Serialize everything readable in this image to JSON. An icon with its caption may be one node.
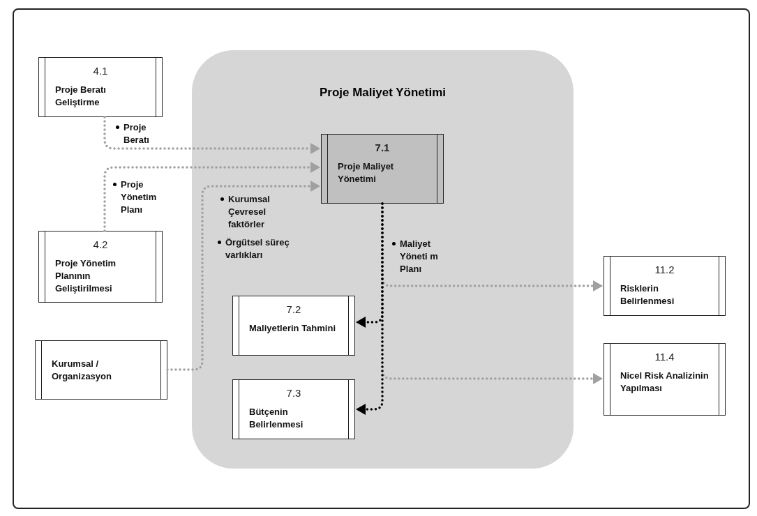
{
  "diagram": {
    "nodes": [
      {
        "text": [
          "Proje Maliyet Yönetimi"
        ]
      },
      {
        "text": [
          "4.1",
          "Proje Beratı Geliştirme"
        ]
      },
      {
        "text": [
          "4.2",
          "Proje Yönetim Planının Geliştirilmesi"
        ]
      },
      {
        "text": [
          "Kurumsal / Organizasyon"
        ]
      },
      {
        "text": [
          "7.1",
          "Proje Maliyet Yönetimi"
        ],
        "in": 0
      },
      {
        "text": [
          "7.2",
          "Maliyetlerin Tahmini"
        ],
        "in": 0
      },
      {
        "text": [
          "7.3",
          "Bütçenin Belirlenmesi"
        ],
        "in": 0
      },
      {
        "text": [
          "11.2",
          "Risklerin Belirlenmesi"
        ]
      },
      {
        "text": [
          "11.4",
          "Nicel Risk Analizinin Yapılması"
        ]
      }
    ],
    "edges": [
      {
        "from": 1,
        "to": 4,
        "arrow": "to",
        "label": "Proje Beratı"
      },
      {
        "from": 2,
        "to": 4,
        "arrow": "to",
        "label": "Proje Yönetim Planı"
      },
      {
        "from": 3,
        "to": 4,
        "arrow": "to",
        "label": "Kurumsal Çevresel faktörler"
      },
      {
        "from": 4,
        "to": 5,
        "arrow": "to",
        "color": "#000000"
      },
      {
        "from": 4,
        "to": 6,
        "arrow": "to",
        "color": "#000000"
      },
      {
        "from": 4,
        "to": 7,
        "arrow": "to",
        "label": "Maliyet Yöneti m Planı"
      },
      {
        "from": 4,
        "to": 8,
        "arrow": "to"
      }
    ],
    "labels": [
      "Örgütsel süreç varlıkları"
    ]
  }
}
